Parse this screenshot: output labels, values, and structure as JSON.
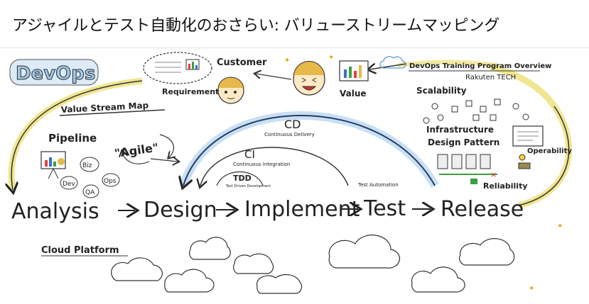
{
  "title": "アジャイルとテスト自動化のおさらい: バリューストリームマッピング",
  "devops": "DevOps",
  "value_stream_map": "Value Stream Map",
  "customer": "Customer",
  "requirement": "Requirement",
  "value": "Value",
  "training_title": "DevOps Training Program Overview",
  "training_org": "Rakuten TECH",
  "scalability": "Scalability",
  "infrastructure": "Infrastructure",
  "design_pattern": "Design Pattern",
  "operability": "Operability",
  "reliability": "Reliability",
  "pipeline": "Pipeline",
  "agile": "\"Agile\"",
  "roles": {
    "biz": "Biz",
    "dev": "Dev",
    "qa": "QA",
    "ops": "Ops"
  },
  "cd": "CD",
  "cd_sub": "Continuous Delivery",
  "ci": "CI",
  "ci_sub": "Continuous Integration",
  "tdd": "TDD",
  "tdd_sub": "Test Driven Development",
  "test_automation": "Test Automation",
  "flow": {
    "analysis": "Analysis",
    "design": "Design",
    "implement": "Implement",
    "test": "Test",
    "release": "Release"
  },
  "cloud_platform": "Cloud Platform",
  "colors": {
    "devops_fill": "#9fc7e8",
    "yellow_arrow": "#d9c21a",
    "blue_glow": "#8fc0e6",
    "ink": "#222222"
  }
}
